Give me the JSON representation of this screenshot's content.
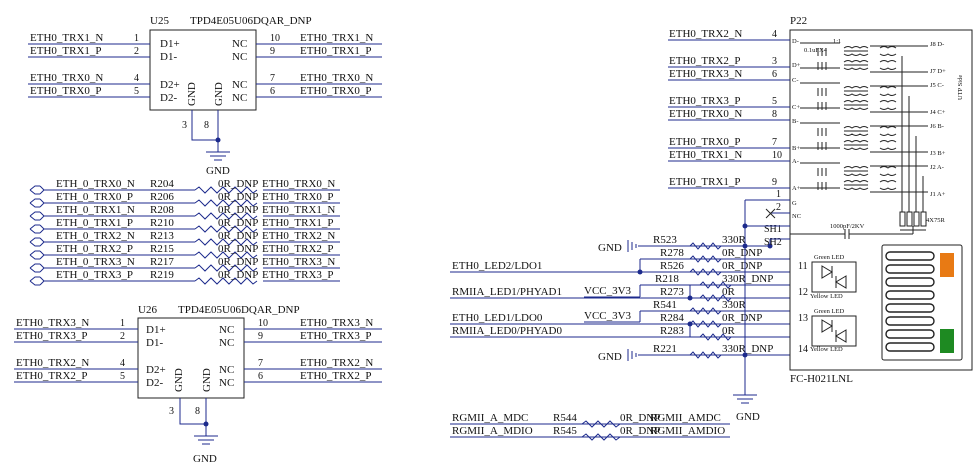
{
  "u25": {
    "ref": "U25",
    "part": "TPD4E05U06DQAR_DNP",
    "pin_labels": [
      "D1+",
      "D1-",
      "D2+",
      "D2-",
      "NC",
      "NC",
      "NC",
      "NC",
      "GND",
      "GND"
    ],
    "pin_nums": [
      "1",
      "2",
      "4",
      "5",
      "10",
      "9",
      "7",
      "6",
      "3",
      "8"
    ],
    "nets_left": [
      "ETH0_TRX1_N",
      "ETH0_TRX1_P",
      "ETH0_TRX0_N",
      "ETH0_TRX0_P"
    ],
    "nets_right": [
      "ETH0_TRX1_N",
      "ETH0_TRX1_P",
      "ETH0_TRX0_N",
      "ETH0_TRX0_P"
    ],
    "gnd": "GND"
  },
  "resistor_bank": [
    {
      "left": "ETH_0_TRX0_N",
      "ref": "R204",
      "val": "0R_DNP",
      "right": "ETH0_TRX0_N"
    },
    {
      "left": "ETH_0_TRX0_P",
      "ref": "R206",
      "val": "0R_DNP",
      "right": "ETH0_TRX0_P"
    },
    {
      "left": "ETH_0_TRX1_N",
      "ref": "R208",
      "val": "0R_DNP",
      "right": "ETH0_TRX1_N"
    },
    {
      "left": "ETH_0_TRX1_P",
      "ref": "R210",
      "val": "0R_DNP",
      "right": "ETH0_TRX1_P"
    },
    {
      "left": "ETH_0_TRX2_N",
      "ref": "R213",
      "val": "0R_DNP",
      "right": "ETH0_TRX2_N"
    },
    {
      "left": "ETH_0_TRX2_P",
      "ref": "R215",
      "val": "0R_DNP",
      "right": "ETH0_TRX2_P"
    },
    {
      "left": "ETH_0_TRX3_N",
      "ref": "R217",
      "val": "0R_DNP",
      "right": "ETH0_TRX3_N"
    },
    {
      "left": "ETH_0_TRX3_P",
      "ref": "R219",
      "val": "0R_DNP",
      "right": "ETH0_TRX3_P"
    }
  ],
  "u26": {
    "ref": "U26",
    "part": "TPD4E05U06DQAR_DNP",
    "pin_labels": [
      "D1+",
      "D1-",
      "D2+",
      "D2-",
      "NC",
      "NC",
      "NC",
      "NC",
      "GND",
      "GND"
    ],
    "pin_nums": [
      "1",
      "2",
      "4",
      "5",
      "10",
      "9",
      "7",
      "6",
      "3",
      "8"
    ],
    "nets_left": [
      "ETH0_TRX3_N",
      "ETH0_TRX3_P",
      "ETH0_TRX2_N",
      "ETH0_TRX2_P"
    ],
    "nets_right": [
      "ETH0_TRX3_N",
      "ETH0_TRX3_P",
      "ETH0_TRX2_N",
      "ETH0_TRX2_P"
    ],
    "gnd": "GND"
  },
  "mdio": [
    {
      "left": "RGMII_A_MDC",
      "ref": "R544",
      "val": "0R_DNP",
      "right": "RGMII_AMDC"
    },
    {
      "left": "RGMII_A_MDIO",
      "ref": "R545",
      "val": "0R_DNP",
      "right": "RGMII_AMDIO"
    }
  ],
  "p22": {
    "ref": "P22",
    "part": "FC-H021LNL",
    "nets": [
      "ETH0_TRX2_N",
      "ETH0_TRX2_P",
      "ETH0_TRX3_N",
      "ETH0_TRX3_P",
      "ETH0_TRX0_N",
      "ETH0_TRX0_P",
      "ETH0_TRX1_N",
      "ETH0_TRX1_P"
    ],
    "pin_nums": [
      "4",
      "3",
      "6",
      "5",
      "8",
      "7",
      "10",
      "9",
      "1",
      "2"
    ],
    "pin_labels": [
      "D-",
      "D+",
      "C-",
      "C+",
      "B-",
      "B+",
      "A-",
      "A+",
      "G",
      "NC",
      "SH1",
      "SH2"
    ],
    "jack_pins": [
      "J8 D-",
      "J7 D+",
      "J5 C-",
      "J4 C+",
      "J6 B-",
      "J3 B+",
      "J2 A-",
      "J1 A+"
    ],
    "cap_label": "0.1uFX4",
    "ratio": "1:1",
    "utp": "UTP Side",
    "rpack": "4X75R",
    "hv_cap": "1000pF/2KV",
    "led_pins": [
      "11",
      "12",
      "13",
      "14"
    ],
    "green_led": "Green LED",
    "yellow_led": "Yellow LED"
  },
  "led_block": {
    "gnd": "GND",
    "vcc": "VCC_3V3",
    "nets": [
      "ETH0_LED2/LDO1",
      "RMIIA_LED1/PHYAD1",
      "ETH0_LED1/LDO0",
      "RMIIA_LED0/PHYAD0"
    ],
    "resistors": [
      {
        "ref": "R523",
        "val": "330R"
      },
      {
        "ref": "R278",
        "val": "0R_DNP"
      },
      {
        "ref": "R526",
        "val": "0R_DNP"
      },
      {
        "ref": "R218",
        "val": "330R_DNP"
      },
      {
        "ref": "R273",
        "val": "0R"
      },
      {
        "ref": "R541",
        "val": "330R"
      },
      {
        "ref": "R284",
        "val": "0R_DNP"
      },
      {
        "ref": "R283",
        "val": "0R"
      },
      {
        "ref": "R221",
        "val": "330R_DNP"
      }
    ],
    "bottom_gnd": "GND"
  }
}
